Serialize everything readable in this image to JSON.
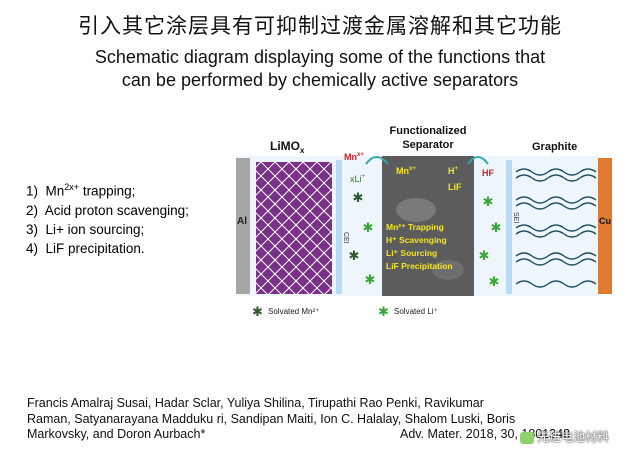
{
  "title_zh": "引入其它涂层具有可抑制过渡金属溶解和其它功能",
  "subtitle": {
    "line1": "Schematic diagram displaying some of the functions that",
    "line2": "can be performed by chemically active separators"
  },
  "functions": [
    {
      "num": "1)",
      "pre": "Mn",
      "sup": "2x+",
      "post": " trapping;"
    },
    {
      "num": "2)",
      "text": "Acid proton scavenging;"
    },
    {
      "num": "3)",
      "text": "Li+ ion sourcing;"
    },
    {
      "num": "4)",
      "text": "LiF precipitation."
    }
  ],
  "diagram": {
    "limo_label": "LiMO",
    "limo_sub": "x",
    "separator_title_1": "Functionalized",
    "separator_title_2": "Separator",
    "graphite_label": "Graphite",
    "al_label": "Al",
    "cu_label": "Cu",
    "cei_label": "CEI",
    "sei_label": "SEI",
    "mn_left": "Mn",
    "mn_left_sup": "x+",
    "xli": "xLi",
    "xli_sup": "+",
    "mn_inside": "Mn",
    "mn_inside_sup": "x+",
    "h_plus": "H",
    "h_plus_sup": "+",
    "lif": "LiF",
    "hf": "HF",
    "func1": "Mn²⁺ Trapping",
    "func2": "H⁺ Scavenging",
    "func3": "Li⁺ Sourcing",
    "func4": "LiF Precipitation",
    "legend_mn": "Solvated Mn²⁺",
    "legend_li": "Solvated Li⁺",
    "colors": {
      "crystal": "#7a2f88",
      "al_collector": "#a6a6a6",
      "cu_collector": "#e07a30",
      "separator_bg": "#5c5c5c",
      "accent_yellow": "#f5e71d",
      "accent_red": "#d42020",
      "graphite": "#1f4f5f",
      "star_dark": "#2d5a2d",
      "star_light": "#3aa63a",
      "electrolyte": "#b8daf2"
    }
  },
  "authors": {
    "line1": "Francis Amalraj Susai, Hadar Sclar, Yuliya Shilina, Tirupathi Rao Penki, Ravikumar",
    "line2": "Raman, Satyanarayana Madduku ri, Sandipan Maiti, Ion C. Halalay, Shalom Luski, Boris",
    "line3": "Markovsky, and Doron Aurbach*"
  },
  "citation": "Adv. Mater. 2018, 30, 1801348",
  "watermark": "先进电池材料"
}
